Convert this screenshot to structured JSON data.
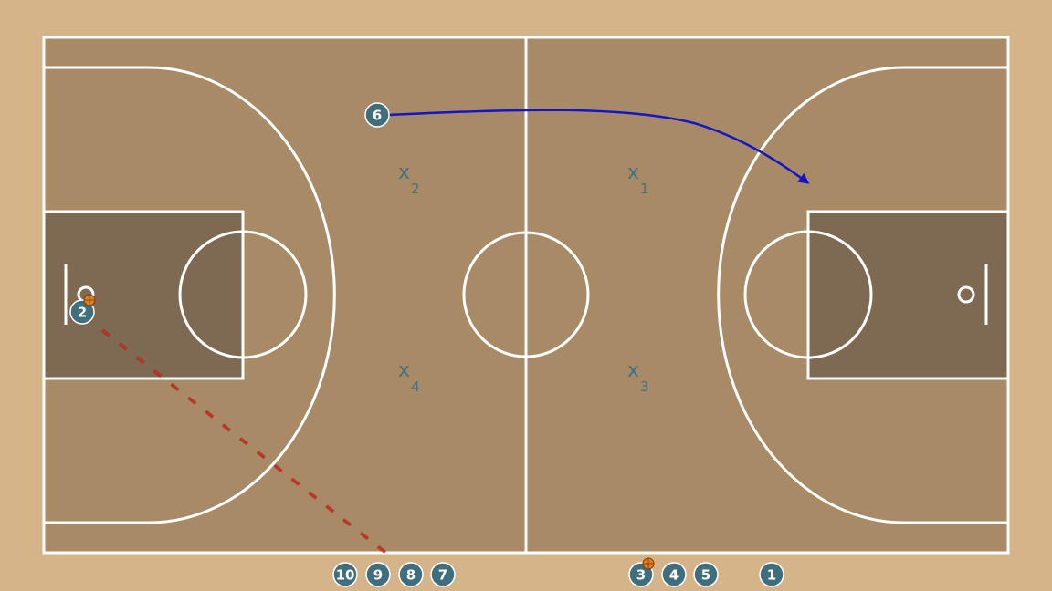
{
  "diagram": {
    "colors": {
      "floor_outer": "#d6b48a",
      "floor_court": "#a88a67",
      "paint": "#7e6a52",
      "lines": "#ffffff",
      "player_fill": "#3f6f7c",
      "defender": "#3f7380",
      "pass_line": "#d9261f",
      "cut_line": "#1515c8",
      "ball": "#e07f1a"
    },
    "icons": {
      "player": "circle-badge",
      "ball": "basketball-icon",
      "defender": "x-mark"
    },
    "offense_players": [
      {
        "id": "p2",
        "label": "2",
        "has_ball": true
      },
      {
        "id": "p6",
        "label": "6",
        "has_ball": false
      },
      {
        "id": "p10",
        "label": "10",
        "has_ball": false
      },
      {
        "id": "p9",
        "label": "9",
        "has_ball": false
      },
      {
        "id": "p8",
        "label": "8",
        "has_ball": false
      },
      {
        "id": "p7",
        "label": "7",
        "has_ball": false
      },
      {
        "id": "p3",
        "label": "3",
        "has_ball": true
      },
      {
        "id": "p4",
        "label": "4",
        "has_ball": false
      },
      {
        "id": "p5",
        "label": "5",
        "has_ball": false
      },
      {
        "id": "p1",
        "label": "1",
        "has_ball": false
      }
    ],
    "defenders": [
      {
        "id": "x2",
        "mark": "x",
        "sub": "2"
      },
      {
        "id": "x1",
        "mark": "x",
        "sub": "1"
      },
      {
        "id": "x4",
        "mark": "x",
        "sub": "4"
      },
      {
        "id": "x3",
        "mark": "x",
        "sub": "3"
      }
    ],
    "actions": [
      {
        "id": "pass-2-to-8",
        "type": "pass",
        "style": "dashed"
      },
      {
        "id": "cut-6",
        "type": "cut",
        "style": "solid-arrow"
      }
    ]
  }
}
